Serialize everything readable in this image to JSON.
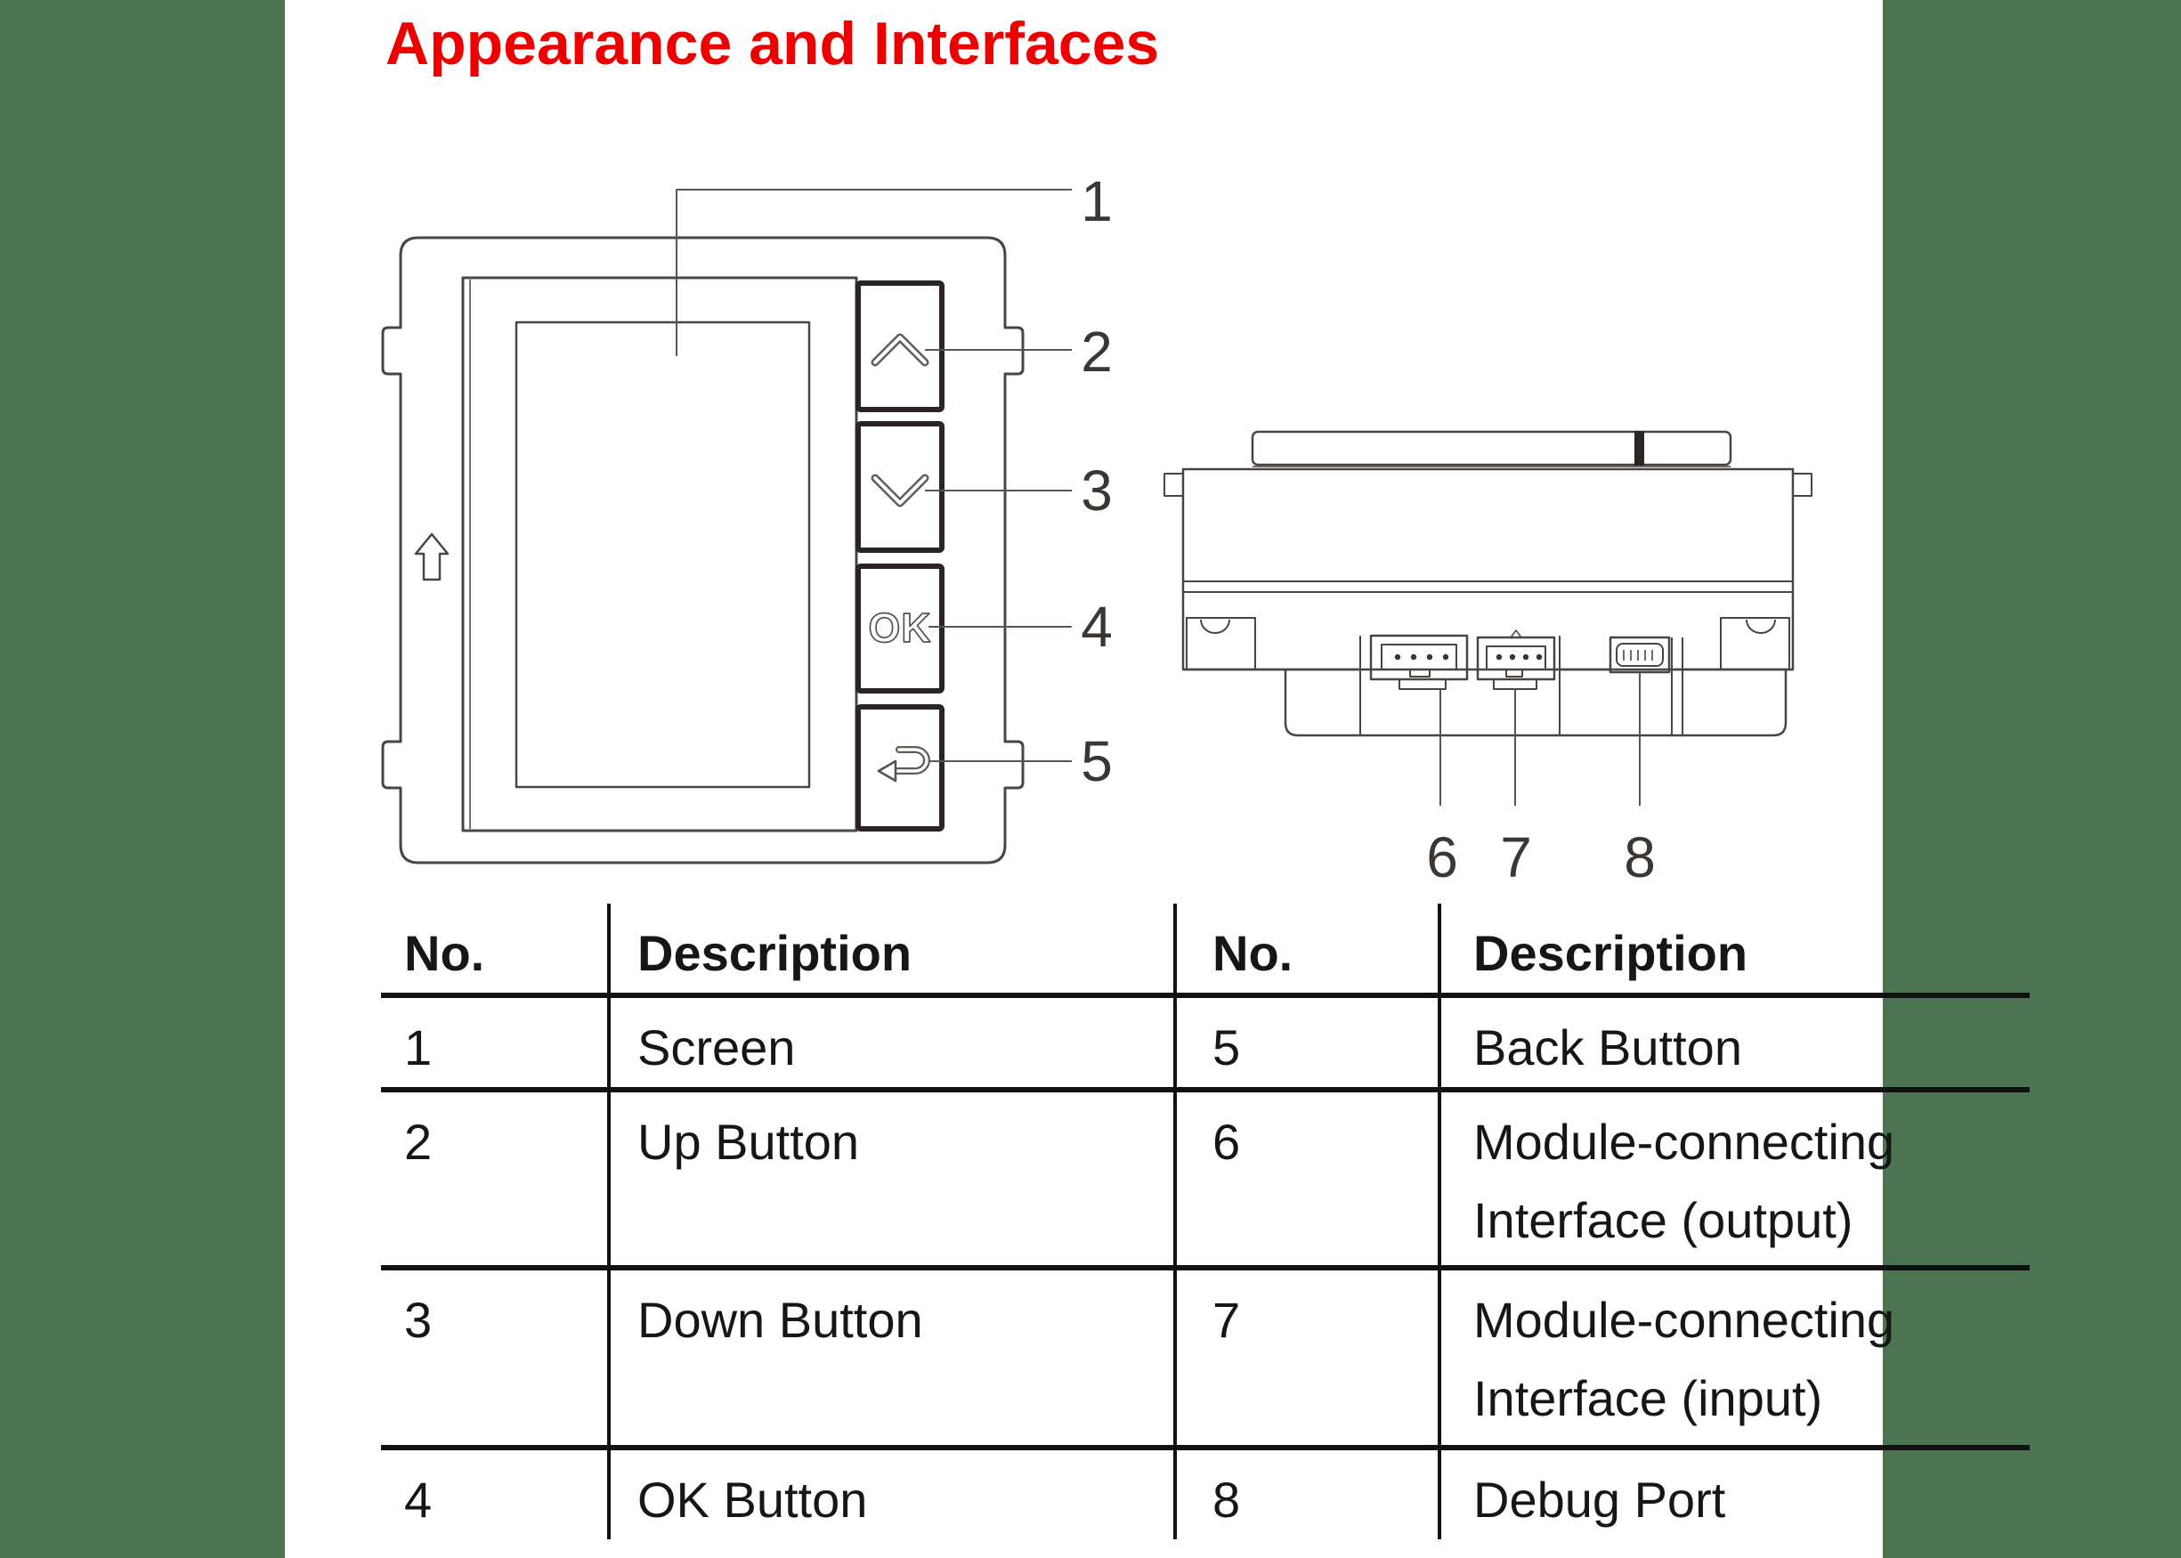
{
  "title": "Appearance and Interfaces",
  "colors": {
    "heading": "#ee0000",
    "letterbox": "#4d7452",
    "line": "#4b4541",
    "line_dark": "#2a2422",
    "callout": "#5a5450",
    "text": "#161616"
  },
  "front_view": {
    "ok_label": "OK",
    "callouts": [
      "1",
      "2",
      "3",
      "4",
      "5"
    ]
  },
  "side_view": {
    "callouts": [
      "6",
      "7",
      "8"
    ]
  },
  "table": {
    "headers": [
      "No.",
      "Description",
      "No.",
      "Description"
    ],
    "rows": [
      [
        "1",
        "Screen",
        "5",
        "Back Button"
      ],
      [
        "2",
        "Up Button",
        "6",
        "Module-connecting Interface (output)"
      ],
      [
        "3",
        "Down Button",
        "7",
        "Module-connecting Interface (input)"
      ],
      [
        "4",
        "OK Button",
        "8",
        "Debug Port"
      ]
    ]
  }
}
